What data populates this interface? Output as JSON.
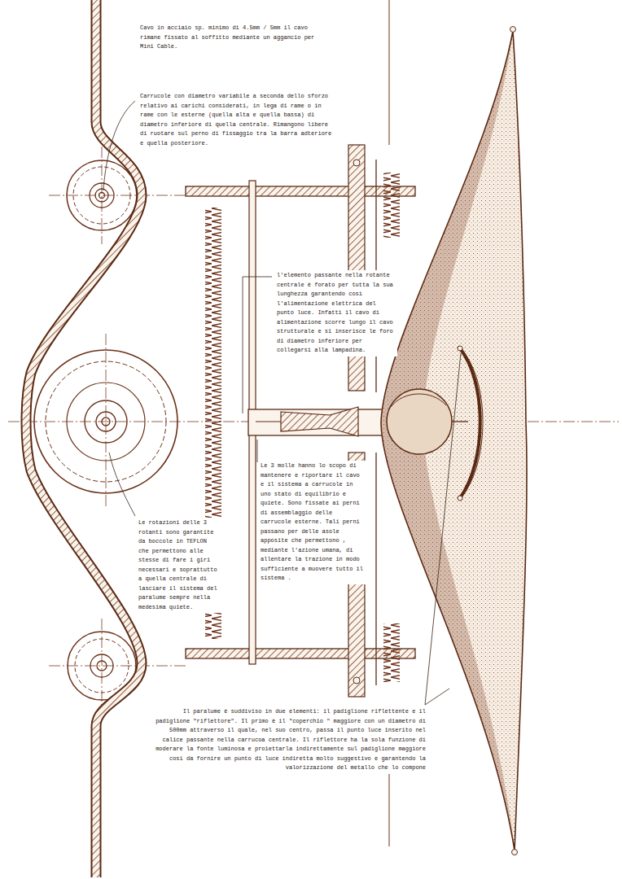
{
  "diagram": {
    "labels": [
      "Cavo in acciaio sp. minimo di 4.5mm / 5mm il cavo rimane fissato al soffitto mediante un aggancio per Mini Cable.",
      "Carrucole con diametro variabile a seconda dello sforzo relativo ai carichi considerati, in lega di rame o in rame con le esterne (quella alta e quella bassa) di diametro inferiore di quella centrale. Rimangono libere di ruotare sul perno di fissaggio tra la barra adteriore e quella posteriore.",
      "l'elemento passante nella rotante centrale è forato per tutta la sua lunghezza garantendo così l'alimentazione elettrica del punto luce. Infatti il cavo di alimentazione scorre lungo il cavo strutturale e si inserisce le foro di diametro inferiore per collegarsi alla lampadina.",
      "Le 3 molle hanno lo scopo di mantenere e riportare il cavo e il sistema a carrucole in uno stato di equilibrio e quiete. Sono fissate ai perni di assemblaggio delle carrucole esterne. Tali perni passano per delle asole apposite che permettono , mediante l'azione umana, di allentare la trazione in modo sufficiente a muovere tutto il sistema .",
      "Le rotazioni delle 3 rotanti sono garantite da boccole in TEFLON che permettono alle stesse di fare i giri necessari e soprattutto a quella centrale di lasciare il sistema del paralume sempre nella medesima quiete.",
      "Il paralume è suddiviso in due elementi: il padiglione riflettente e il padiglione \"riflettore\". Il primo è il \"coperchio \" maggiore con un diametro di 500mm attraverso il quale, nel suo centro, passa il punto luce inserito nel calice passante nella carrucoa centrale. Il riflettore ha la sola funzione di moderare la fonte luminosa e proiettarla indirettamente sul padiglione maggiore così da fornire un punto di luce indiretta molto suggestivo e garantendo la valorizzazione del metallo che lo compone"
    ]
  }
}
